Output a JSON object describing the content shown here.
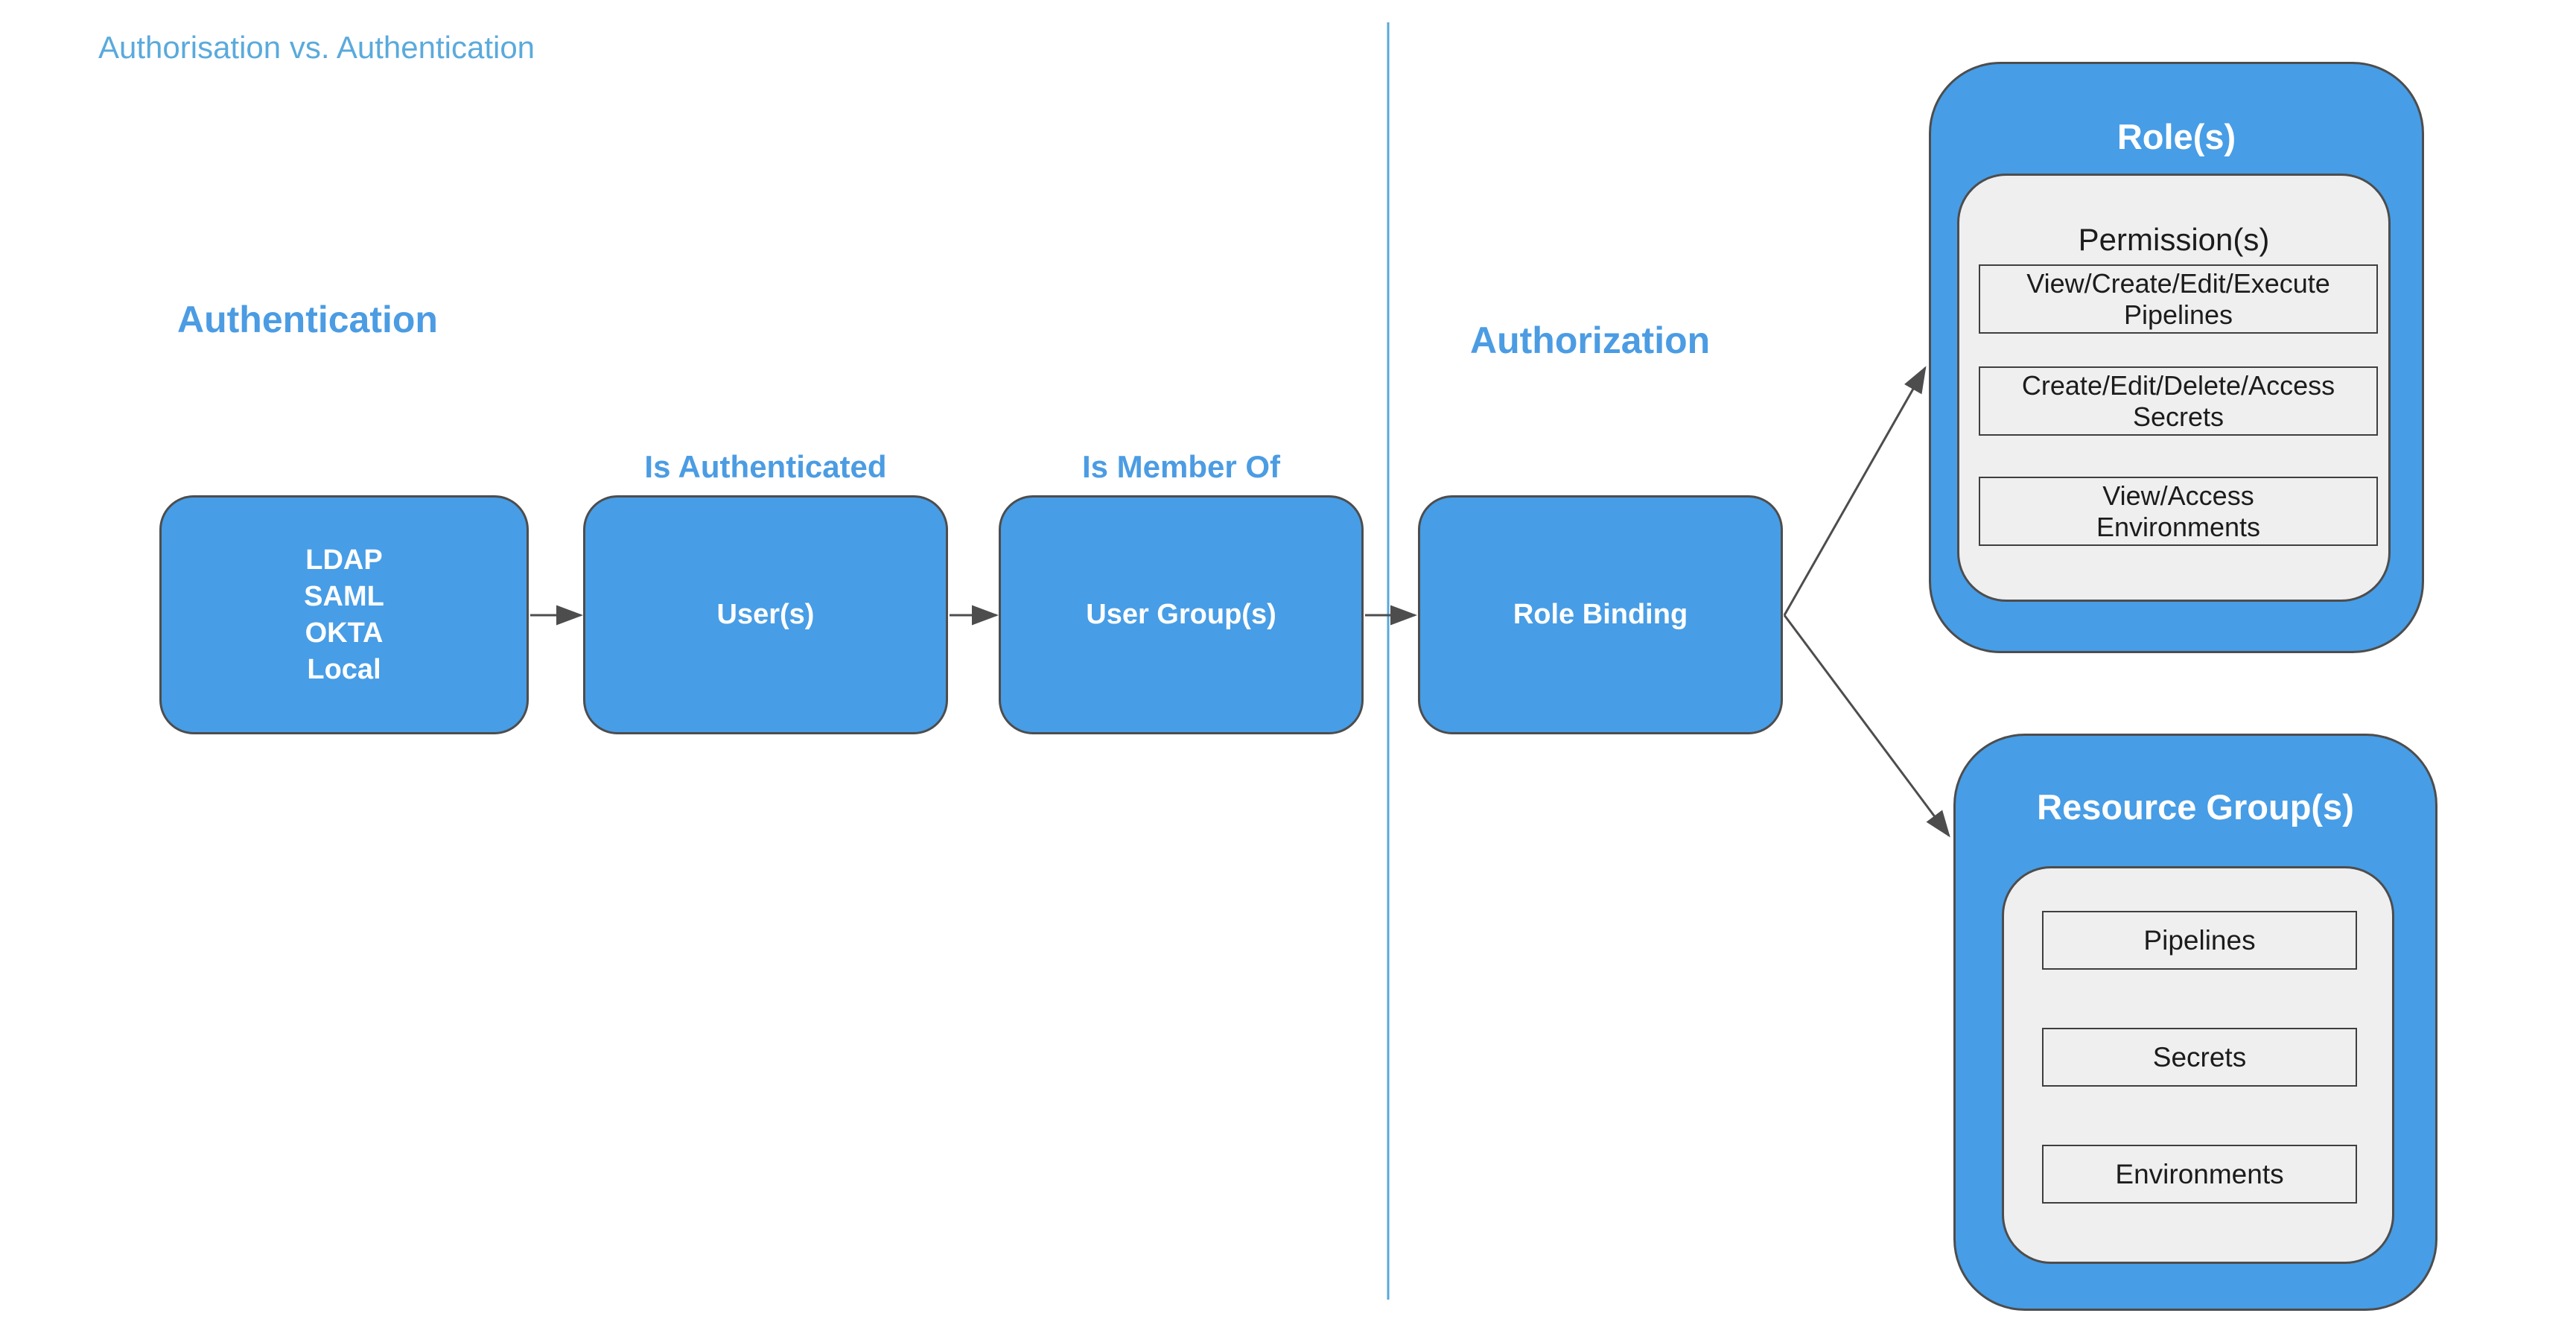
{
  "title": "Authorisation vs. Authentication",
  "sections": {
    "authentication": {
      "heading": "Authentication"
    },
    "authorization": {
      "heading": "Authorization"
    }
  },
  "flow": {
    "identity_providers": {
      "lines": [
        "LDAP",
        "SAML",
        "OKTA",
        "Local"
      ]
    },
    "users": {
      "label": "User(s)",
      "note": "Is Authenticated"
    },
    "user_groups": {
      "label": "User Group(s)",
      "note": "Is Member Of"
    },
    "role_binding": {
      "label": "Role Binding"
    }
  },
  "roles": {
    "title": "Role(s)",
    "permissions_title": "Permission(s)",
    "permissions": [
      {
        "line1": "View/Create/Edit/Execute",
        "line2": "Pipelines"
      },
      {
        "line1": "Create/Edit/Delete/Access",
        "line2": "Secrets"
      },
      {
        "line1": "View/Access",
        "line2": "Environments"
      }
    ]
  },
  "resource_groups": {
    "title": "Resource Group(s)",
    "resources": [
      "Pipelines",
      "Secrets",
      "Environments"
    ]
  },
  "colors": {
    "shape_fill": "#479DE6",
    "shape_border": "#4D4D4D",
    "panel_fill": "#EFEFEF",
    "accent_text": "#4B9CE3",
    "title_text": "#5AAADC",
    "divider": "#58A8DC",
    "arrow": "#4D4D4D",
    "dark_text": "#1C1C1C"
  }
}
